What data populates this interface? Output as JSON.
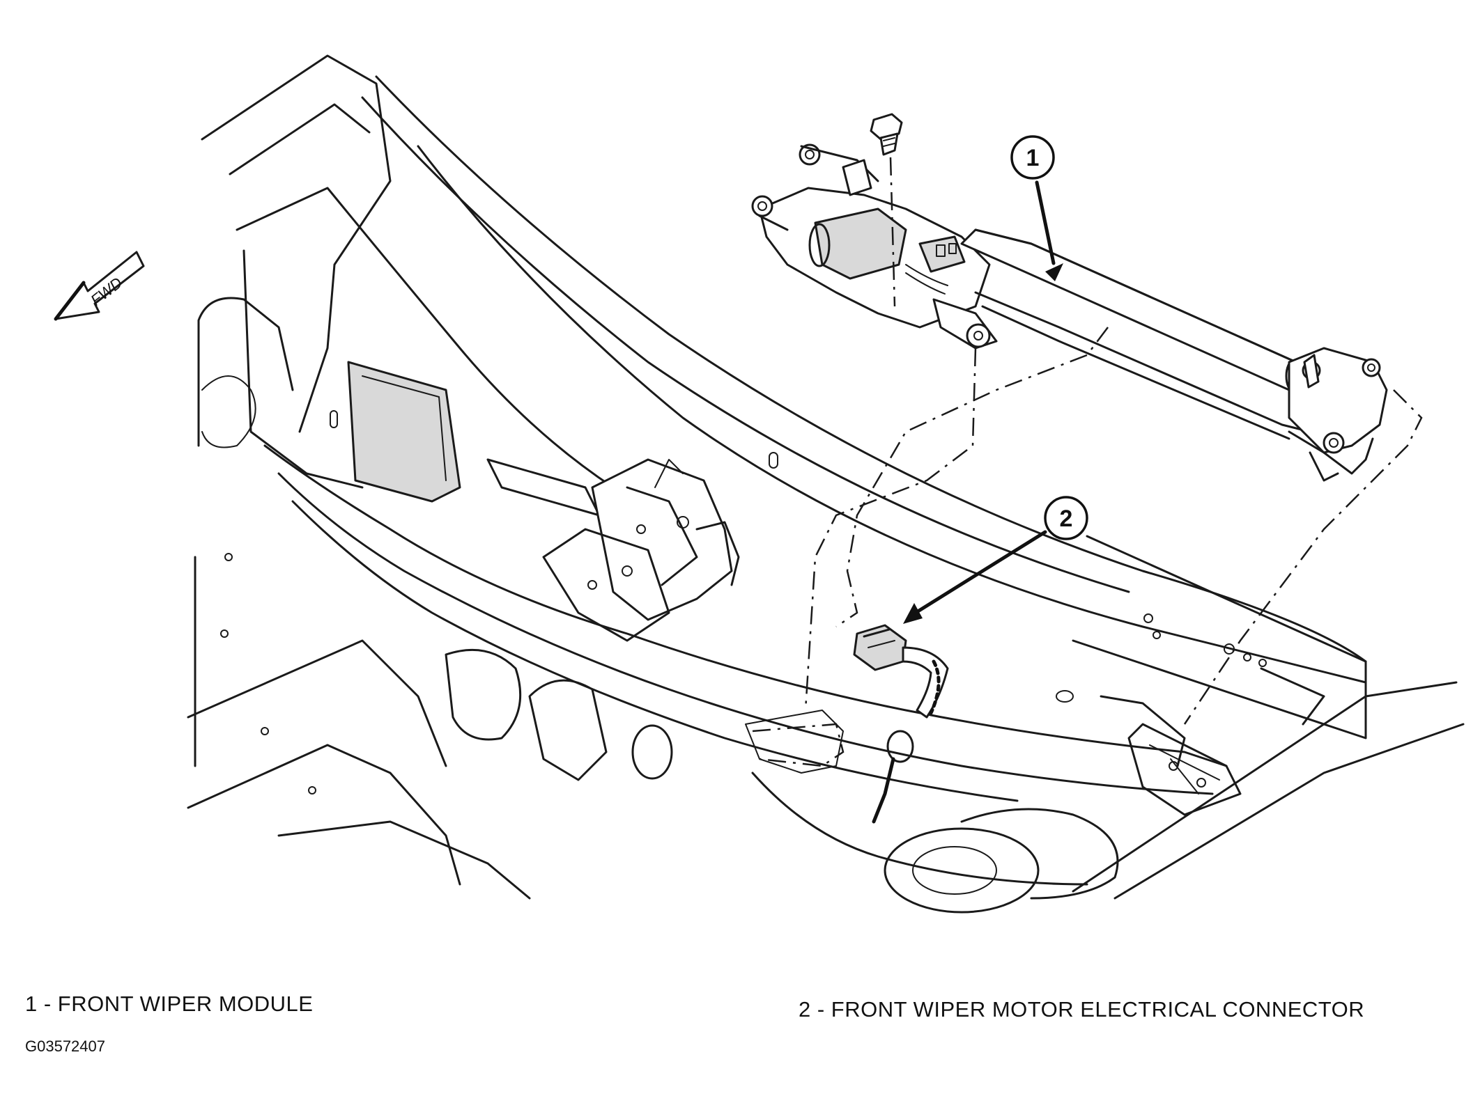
{
  "direction_indicator": {
    "label": "FWD"
  },
  "callouts": [
    {
      "number": "1",
      "label": "FRONT WIPER MODULE"
    },
    {
      "number": "2",
      "label": "FRONT WIPER MOTOR ELECTRICAL CONNECTOR"
    }
  ],
  "legend": {
    "item_1": "1 - FRONT WIPER MODULE",
    "item_2": "2 - FRONT WIPER MOTOR ELECTRICAL CONNECTOR"
  },
  "figure_code": "G03572407",
  "colors": {
    "line": "#1a1a1a",
    "background": "#ffffff"
  }
}
